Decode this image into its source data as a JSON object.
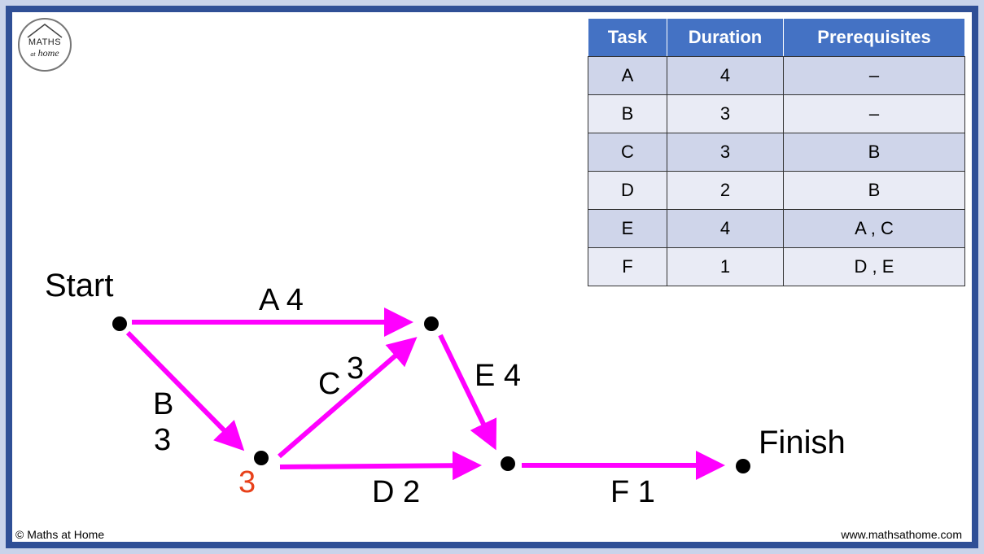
{
  "logo": {
    "top_text": "MATHS",
    "small_text": "at",
    "bottom_text": "home"
  },
  "table": {
    "headers": [
      "Task",
      "Duration",
      "Prerequisites"
    ],
    "rows": [
      [
        "A",
        "4",
        "–"
      ],
      [
        "B",
        "3",
        "–"
      ],
      [
        "C",
        "3",
        "B"
      ],
      [
        "D",
        "2",
        "B"
      ],
      [
        "E",
        "4",
        "A , C"
      ],
      [
        "F",
        "1",
        "D , E"
      ]
    ]
  },
  "diagram": {
    "start_label": "Start",
    "finish_label": "Finish",
    "node_value": "3",
    "edges": {
      "a": "A 4",
      "b_letter": "B",
      "b_weight": "3",
      "c_letter": "C",
      "c_weight": "3",
      "d": "D 2",
      "e": "E 4",
      "f": "F 1"
    }
  },
  "colors": {
    "arrow": "#ff00ff",
    "node_value": "#e8411a",
    "header": "#4472c4"
  },
  "footer": {
    "left": "© Maths at Home",
    "right": "www.mathsathome.com"
  }
}
